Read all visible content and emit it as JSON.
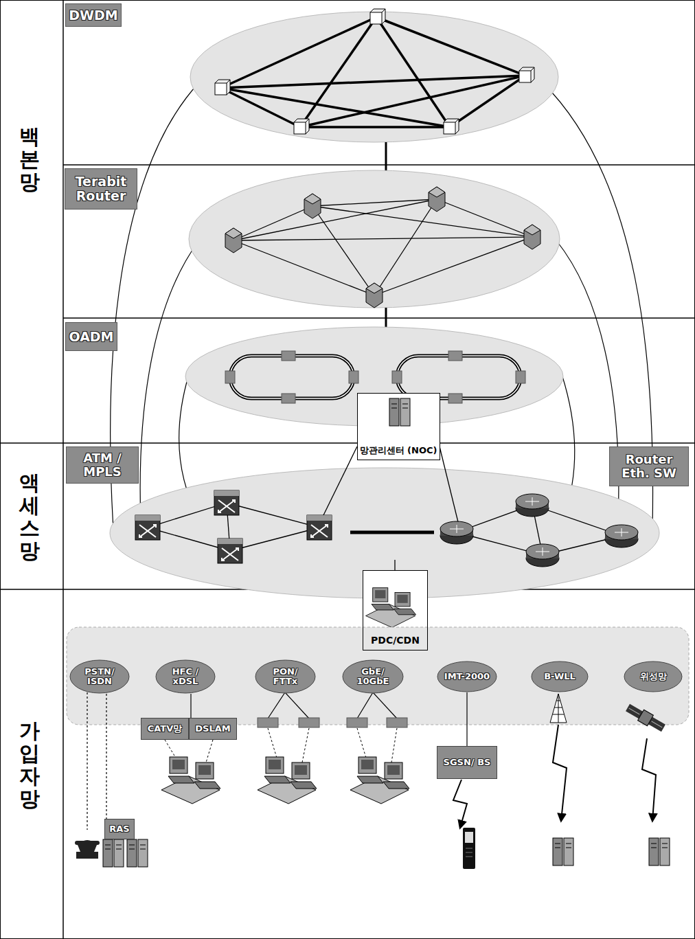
{
  "diagram": {
    "nodes": [
      {
        "text": [
          "DWDM"
        ]
      },
      {
        "text": [
          "Terabit Router"
        ]
      },
      {
        "text": [
          "OADM"
        ]
      },
      {
        "text": [
          "ATM / MPLS"
        ]
      },
      {
        "text": [
          "망관리센터 (NOC)"
        ]
      },
      {
        "text": [
          "Router Eth. SW"
        ]
      },
      {
        "text": [
          "PDC/CDN"
        ]
      },
      {
        "text": [
          "PSTN/ ISDN"
        ]
      },
      {
        "text": [
          "HFC / xDSL"
        ]
      },
      {
        "text": [
          "PON/ FTTx"
        ]
      },
      {
        "text": [
          "GbE/ 10GbE"
        ]
      },
      {
        "text": [
          "IMT-2000"
        ]
      },
      {
        "text": [
          "B-WLL"
        ]
      },
      {
        "text": [
          "위성망"
        ]
      },
      {
        "text": [
          "CATV망"
        ]
      },
      {
        "text": [
          "DSLAM"
        ]
      },
      {
        "text": [
          "RAS"
        ]
      },
      {
        "text": [
          "SGSN/ BS"
        ]
      }
    ],
    "edges": [
      {
        "from": 7,
        "to": 16,
        "arrow": "none"
      },
      {
        "from": 8,
        "to": 15,
        "arrow": "none"
      },
      {
        "from": 11,
        "to": 17,
        "arrow": "none"
      }
    ],
    "labels": [
      "백본망",
      "액세스망",
      "가입자망"
    ]
  }
}
